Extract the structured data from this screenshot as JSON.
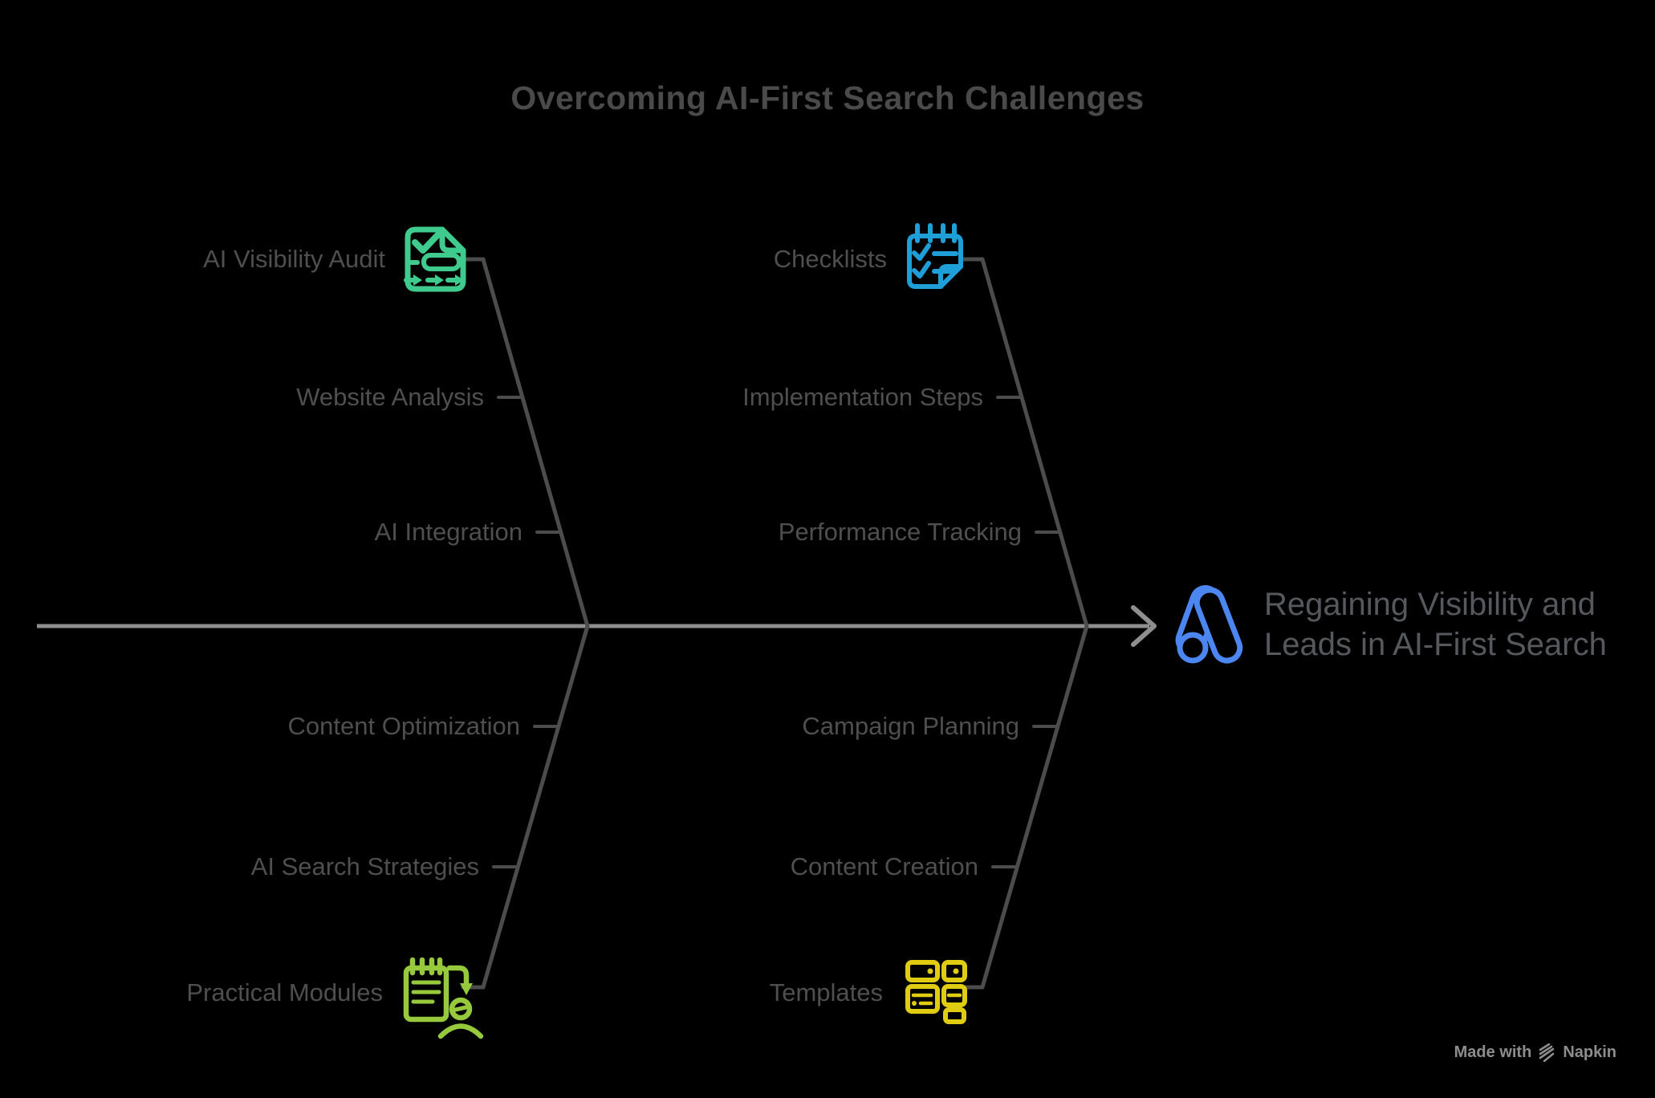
{
  "title": "Overcoming AI-First Search Challenges",
  "branches": {
    "top_left": {
      "head": "AI Visibility Audit",
      "icon": "document-check-arrows",
      "color": "#3ecb8d",
      "items": [
        "Website Analysis",
        "AI Integration"
      ]
    },
    "top_right": {
      "head": "Checklists",
      "icon": "checklist-notepad",
      "color": "#1f9fd8",
      "items": [
        "Implementation Steps",
        "Performance Tracking"
      ]
    },
    "bottom_left": {
      "head": "Practical Modules",
      "icon": "notepad-person",
      "color": "#97c93d",
      "items": [
        "Content Optimization",
        "AI Search Strategies"
      ]
    },
    "bottom_right": {
      "head": "Templates",
      "icon": "layout-cards",
      "color": "#e0cc11",
      "items": [
        "Campaign Planning",
        "Content Creation"
      ]
    }
  },
  "outcome": {
    "line1": "Regaining Visibility and",
    "line2": "Leads in AI-First Search",
    "icon": "google-ads",
    "icon_color": "#4c86f0"
  },
  "footer": {
    "made_with": "Made with",
    "brand": "Napkin"
  },
  "colors": {
    "background": "#000000",
    "title": "#4a4a4a",
    "label": "#4f4f4f",
    "outcome_text": "#55585c",
    "spine": "#8f8f8f",
    "branch_line": "#4c4c4c",
    "footer": "#8d8d8d"
  }
}
